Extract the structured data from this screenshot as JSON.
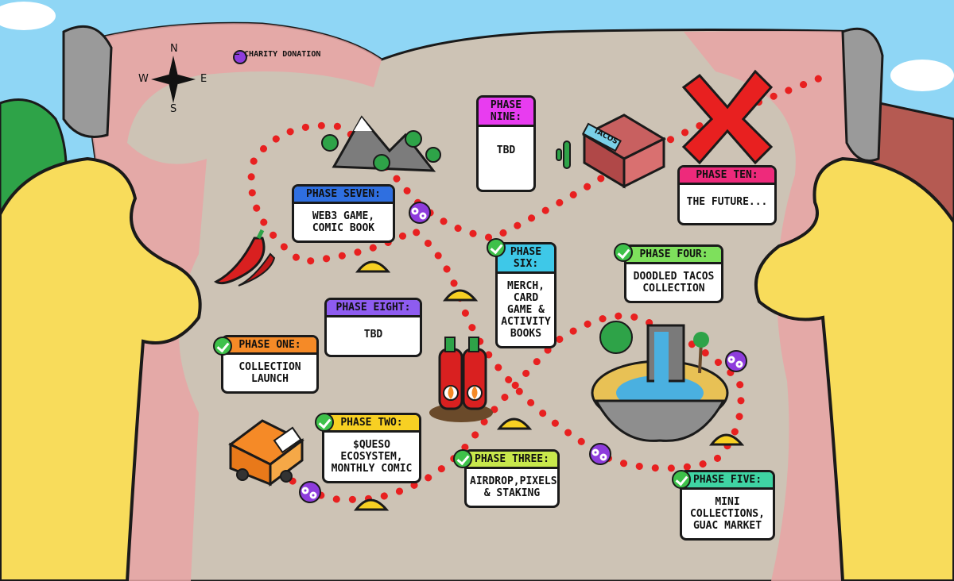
{
  "legend": {
    "label": "— CHARITY DONATION",
    "icon": "charity-donation-icon"
  },
  "compass": {
    "n": "N",
    "s": "S",
    "e": "E",
    "w": "W"
  },
  "phases": [
    {
      "id": "one",
      "head": "PHASE ONE:",
      "body": "COLLECTION\nLAUNCH",
      "done": true,
      "color": "#f58a27"
    },
    {
      "id": "two",
      "head": "PHASE TWO:",
      "body": "$QUESO\nECOSYSTEM,\nMONTHLY COMIC",
      "done": true,
      "color": "#f7d023"
    },
    {
      "id": "three",
      "head": "PHASE THREE:",
      "body": "AIRDROP,PIXELS\n& STAKING",
      "done": true,
      "color": "#c8e84c"
    },
    {
      "id": "four",
      "head": "PHASE FOUR:",
      "body": "DOODLED TACOS\nCOLLECTION",
      "done": true,
      "color": "#7ee05c"
    },
    {
      "id": "five",
      "head": "PHASE FIVE:",
      "body": "MINI\nCOLLECTIONS,\nGUAC MARKET",
      "done": true,
      "color": "#3fd4a3"
    },
    {
      "id": "six",
      "head": "PHASE\nSIX:",
      "body": "MERCH,\nCARD\nGAME &\nACTIVITY\nBOOKS",
      "done": true,
      "color": "#3ec8e8"
    },
    {
      "id": "seven",
      "head": "PHASE SEVEN:",
      "body": "WEB3 GAME,\nCOMIC BOOK",
      "done": false,
      "color": "#2f6fe0"
    },
    {
      "id": "eight",
      "head": "PHASE EIGHT:",
      "body": "TBD",
      "done": false,
      "color": "#8e5cf0"
    },
    {
      "id": "nine",
      "head": "PHASE\nNINE:",
      "body": "TBD",
      "done": false,
      "color": "#e83cf0"
    },
    {
      "id": "ten",
      "head": "PHASE TEN:",
      "body": "THE FUTURE...",
      "done": false,
      "color": "#ee2a7b"
    }
  ],
  "landmarks": {
    "tacos_sign": "TACOS"
  }
}
